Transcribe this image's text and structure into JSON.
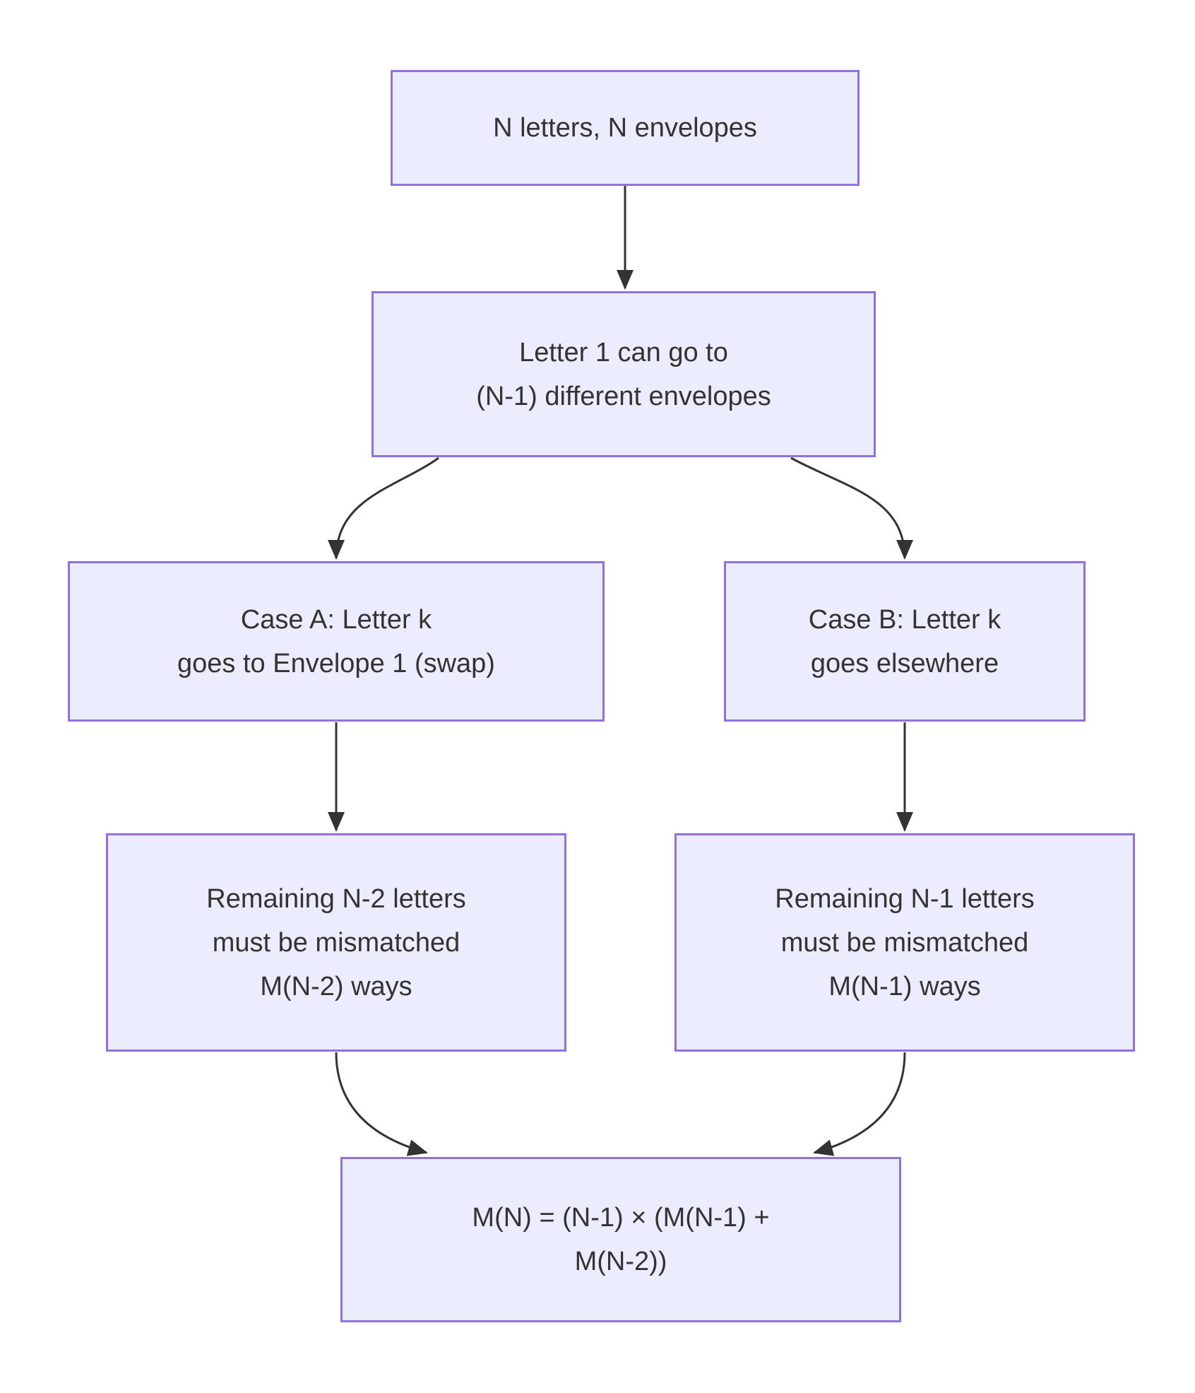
{
  "diagram": {
    "type": "flowchart",
    "direction": "top-down",
    "colors": {
      "node_fill": "#ECECFF",
      "node_border": "#9370DB",
      "text": "#333333",
      "arrow": "#333333",
      "background": "#FFFFFF"
    },
    "nodes": {
      "start": {
        "id": "start",
        "lines": [
          "N letters, N envelopes"
        ]
      },
      "letter1": {
        "id": "letter1",
        "lines": [
          "Letter 1 can go to",
          "(N-1) different envelopes"
        ]
      },
      "caseA": {
        "id": "caseA",
        "lines": [
          "Case A: Letter k",
          "goes to Envelope 1 (swap)"
        ]
      },
      "caseB": {
        "id": "caseB",
        "lines": [
          "Case B: Letter k",
          "goes elsewhere"
        ]
      },
      "remA": {
        "id": "remA",
        "lines": [
          "Remaining N-2 letters",
          "must be mismatched",
          "M(N-2) ways"
        ]
      },
      "remB": {
        "id": "remB",
        "lines": [
          "Remaining N-1 letters",
          "must be mismatched",
          "M(N-1) ways"
        ]
      },
      "formula": {
        "id": "formula",
        "lines": [
          "M(N) = (N-1) × (M(N-1) +",
          "M(N-2))"
        ]
      }
    },
    "edges": [
      {
        "from": "start",
        "to": "letter1",
        "style": "straight"
      },
      {
        "from": "letter1",
        "to": "caseA",
        "style": "curved"
      },
      {
        "from": "letter1",
        "to": "caseB",
        "style": "curved"
      },
      {
        "from": "caseA",
        "to": "remA",
        "style": "straight"
      },
      {
        "from": "caseB",
        "to": "remB",
        "style": "straight"
      },
      {
        "from": "remA",
        "to": "formula",
        "style": "curved"
      },
      {
        "from": "remB",
        "to": "formula",
        "style": "curved"
      }
    ]
  }
}
